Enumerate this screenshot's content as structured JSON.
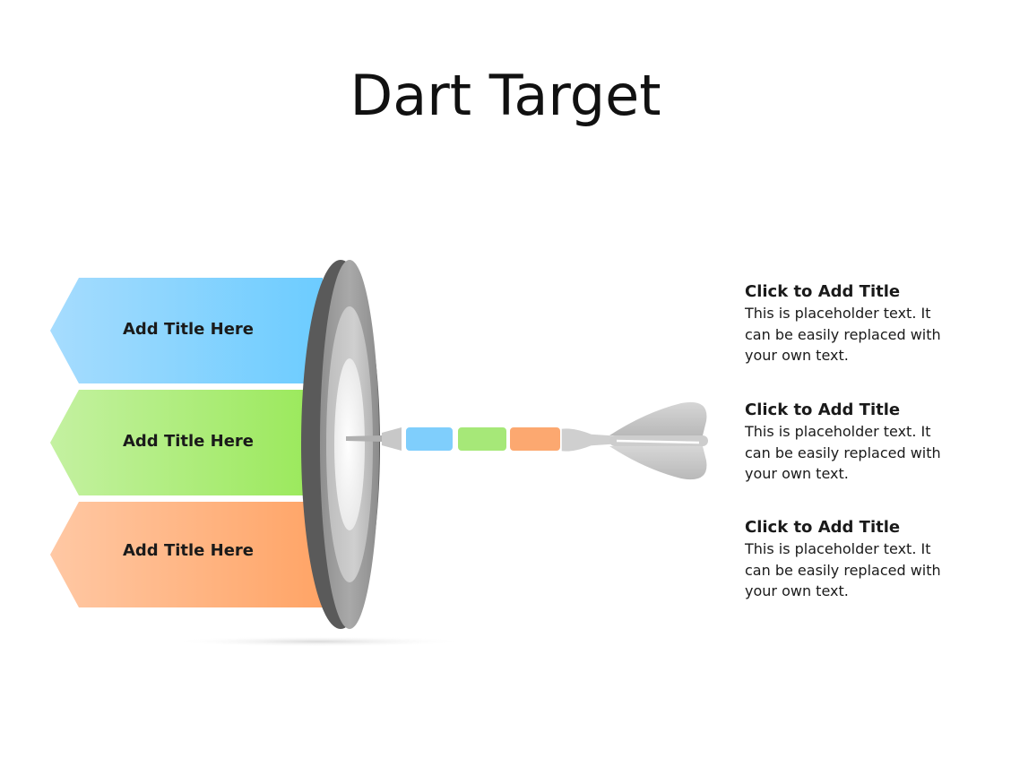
{
  "slide": {
    "title": "Dart Target"
  },
  "arrows": [
    {
      "label": "Add Title Here",
      "color_light": "#a6dcfe",
      "color_dark": "#6cccff"
    },
    {
      "label": "Add Title Here",
      "color_light": "#c4f1a1",
      "color_dark": "#9be95c"
    },
    {
      "label": "Add Title Here",
      "color_light": "#ffc8a4",
      "color_dark": "#ffa466"
    }
  ],
  "text_blocks": [
    {
      "title": "Click to Add Title",
      "body": "This is placeholder text.  It can be easily replaced with your own text."
    },
    {
      "title": "Click to Add Title",
      "body": "This is placeholder text.  It can be easily replaced with your own text."
    },
    {
      "title": "Click to Add Title",
      "body": "This is placeholder text.  It can be easily replaced with your own text."
    }
  ],
  "colors": {
    "board_edge": "#5a5a5a",
    "board_face": "#9a9a9a",
    "ring_mid": "#c4c4c4",
    "center": "#f2f2f2",
    "dart_flight": "#c8c8c8",
    "segment_blue": "#7fcefc",
    "segment_green": "#a6e878",
    "segment_orange": "#fca870"
  },
  "icons": [
    "dartboard-icon",
    "dart-icon"
  ]
}
